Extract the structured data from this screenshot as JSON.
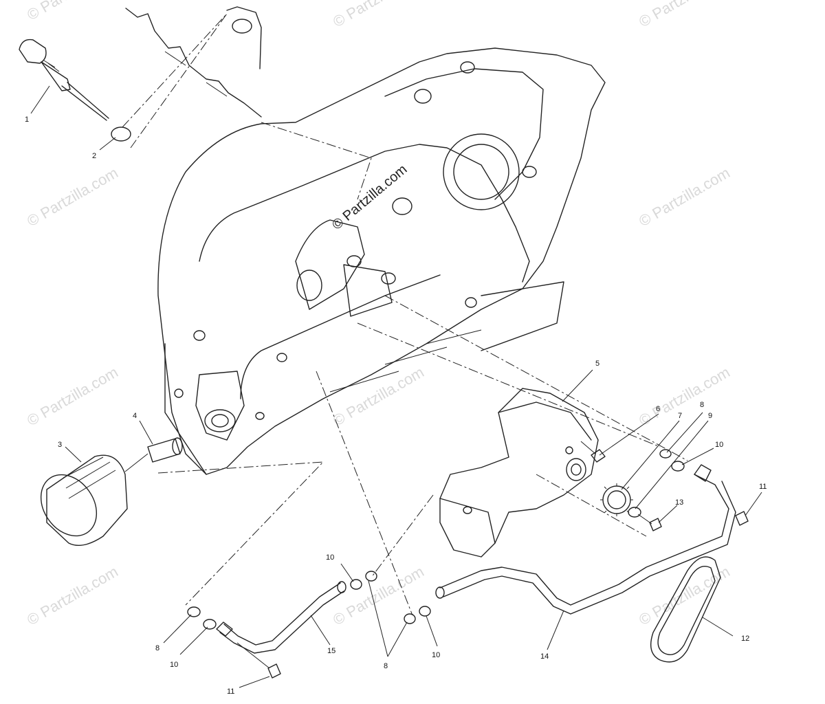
{
  "watermark": {
    "text": "© Partzilla.com",
    "center_text": "© Partzilla.com"
  },
  "labels": {
    "l1": "1",
    "l2": "2",
    "l3": "3",
    "l4": "4",
    "l5": "5",
    "l6": "6",
    "l7": "7",
    "l8a": "8",
    "l9": "9",
    "l10a": "10",
    "l11a": "11",
    "l12": "12",
    "l13": "13",
    "l14": "14",
    "l15": "15",
    "l10b": "10",
    "l8b": "8",
    "l10c": "10",
    "l8c": "8",
    "l10d": "10",
    "l11b": "11"
  }
}
